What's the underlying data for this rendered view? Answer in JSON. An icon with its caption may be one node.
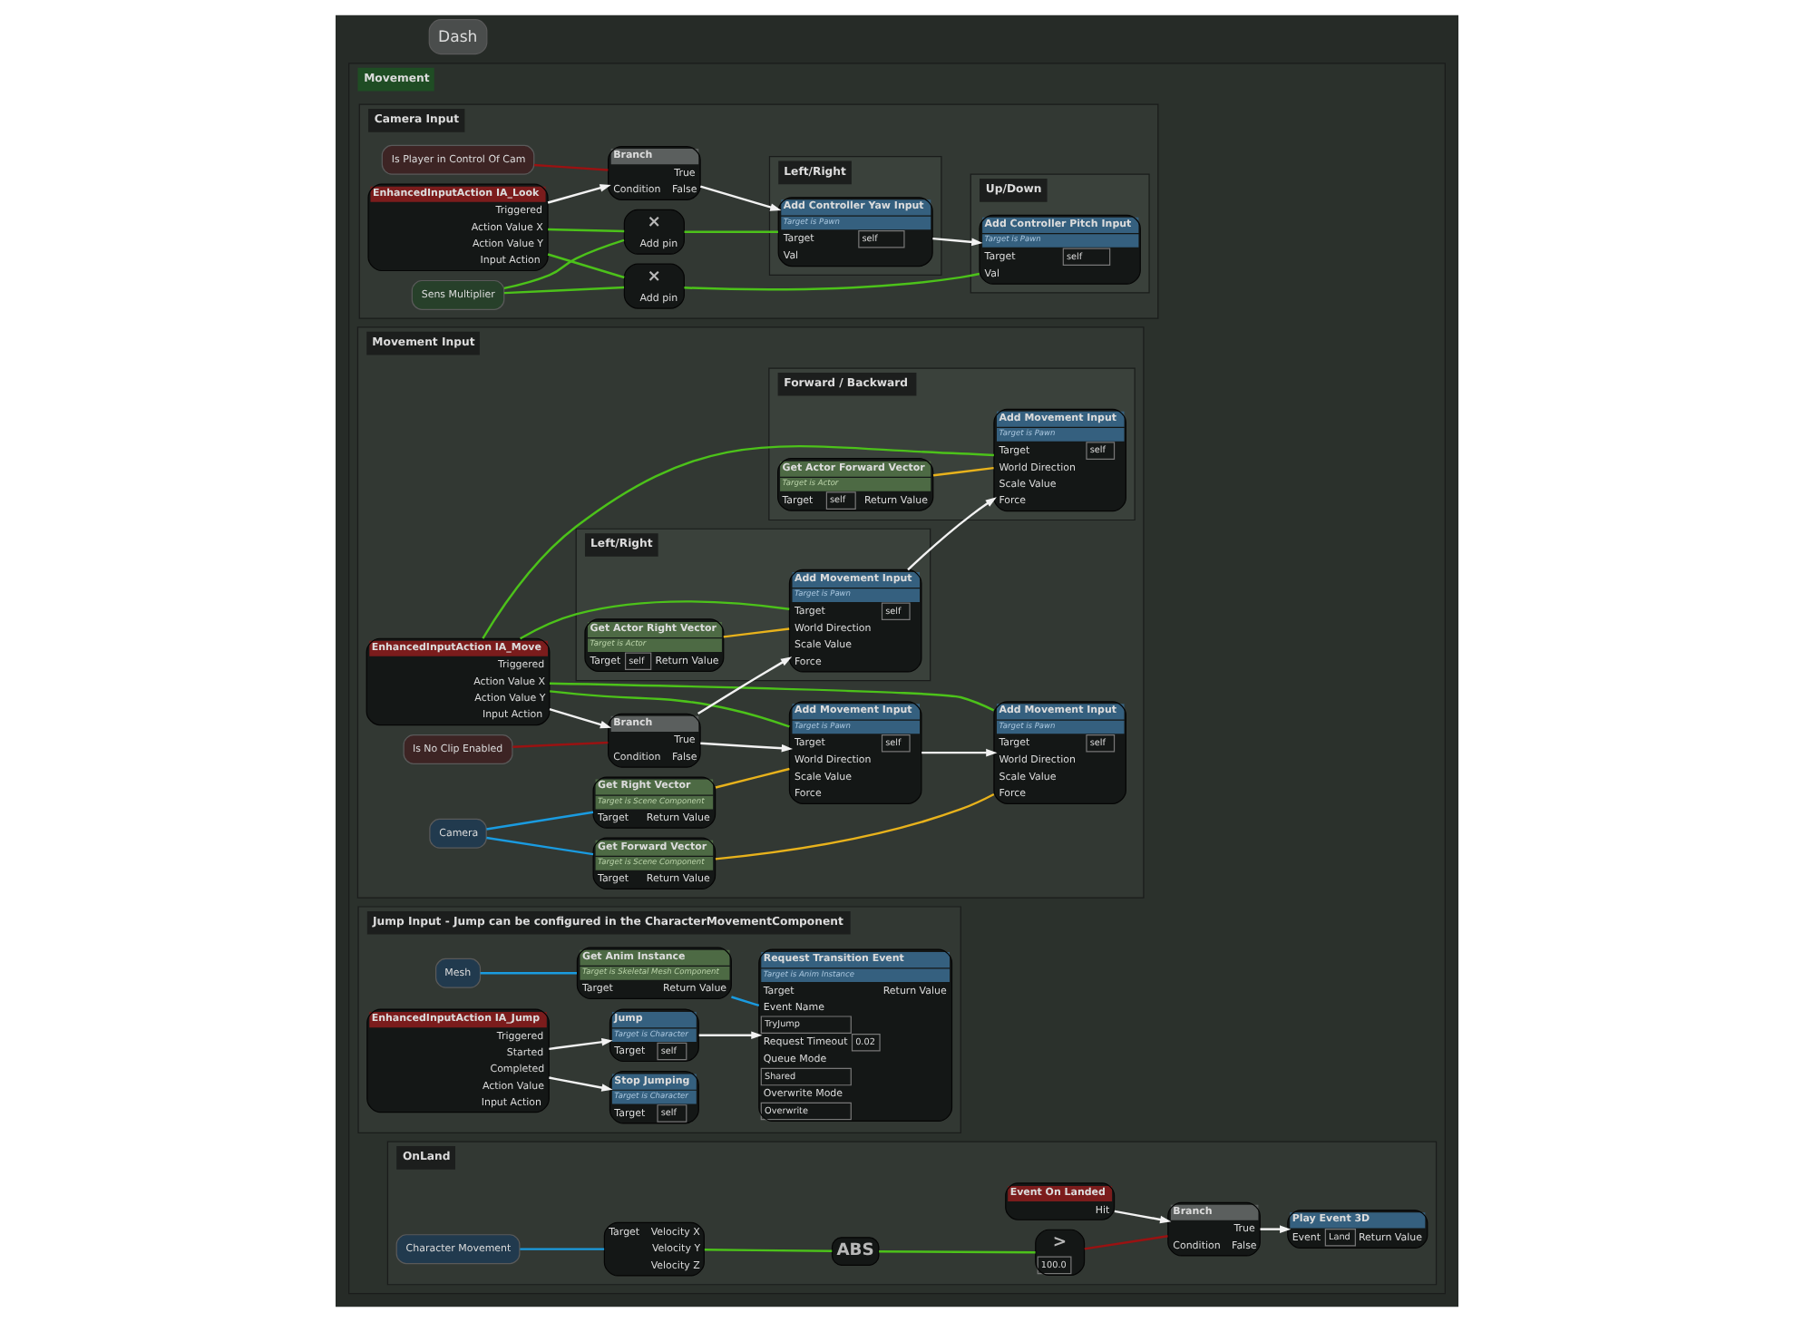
{
  "diagram": {
    "nodes": [
      {
        "text": [
          "Movement"
        ]
      },
      {
        "text": [
          "Camera Input"
        ],
        "in": 0
      },
      {
        "text": [
          "EnhancedInputAction IA_Look",
          "Triggered",
          "Action Value X",
          "Action Value Y",
          "Input Action"
        ],
        "in": 1
      },
      {
        "text": [
          "Is Player in Control Of Cam"
        ],
        "in": 1
      },
      {
        "text": [
          "Branch",
          "Condition",
          "True",
          "False"
        ],
        "in": 1
      },
      {
        "text": [
          "×",
          "Add pin"
        ],
        "in": 1
      },
      {
        "text": [
          "Sens Multiplier"
        ],
        "in": 1
      },
      {
        "text": [
          "×",
          "Add pin"
        ],
        "in": 1
      },
      {
        "text": [
          "Left/Right"
        ],
        "in": 1
      },
      {
        "text": [
          "Add Controller Yaw Input",
          "Target is Pawn",
          "Target",
          "self",
          "Val"
        ],
        "in": 8
      },
      {
        "text": [
          "Up/Down"
        ],
        "in": 1
      },
      {
        "text": [
          "Add Controller Pitch Input",
          "Target is Pawn",
          "Target",
          "self",
          "Val"
        ],
        "in": 10
      },
      {
        "text": [
          "Movement Input"
        ],
        "in": 0
      },
      {
        "text": [
          "EnhancedInputAction IA_Move",
          "Triggered",
          "Action Value X",
          "Action Value Y",
          "Input Action"
        ],
        "in": 12
      },
      {
        "text": [
          "Is No Clip Enabled"
        ],
        "in": 12
      },
      {
        "text": [
          "Branch",
          "Condition",
          "True",
          "False"
        ],
        "in": 12
      },
      {
        "text": [
          "Left/Right"
        ],
        "in": 12
      },
      {
        "text": [
          "Get Actor Right Vector",
          "Target is Actor",
          "Target",
          "self",
          "Return Value"
        ],
        "in": 16
      },
      {
        "text": [
          "Add Movement Input",
          "Target is Pawn",
          "Target",
          "self",
          "World Direction",
          "Scale Value",
          "Force"
        ],
        "in": 16
      },
      {
        "text": [
          "Forward / Backward"
        ],
        "in": 12
      },
      {
        "text": [
          "Get Actor Forward Vector",
          "Target is Actor",
          "Target",
          "self",
          "Return Value"
        ],
        "in": 19
      },
      {
        "text": [
          "Add Movement Input",
          "Target is Pawn",
          "Target",
          "self",
          "World Direction",
          "Scale Value",
          "Force"
        ],
        "in": 19
      },
      {
        "text": [
          "Get Right Vector",
          "Target is Scene Component",
          "Target",
          "Return Value"
        ],
        "in": 12
      },
      {
        "text": [
          "Add Movement Input",
          "Target is Pawn",
          "Target",
          "self",
          "World Direction",
          "Scale Value",
          "Force"
        ],
        "in": 12
      },
      {
        "text": [
          "Camera"
        ],
        "in": 12
      },
      {
        "text": [
          "Get Forward Vector",
          "Target is Scene Component",
          "Target",
          "Return Value"
        ],
        "in": 12
      },
      {
        "text": [
          "Add Movement Input",
          "Target is Pawn",
          "Target",
          "self",
          "World Direction",
          "Scale Value",
          "Force"
        ],
        "in": 12
      },
      {
        "text": [
          "Jump Input - Jump can be configured in the CharacterMovementComponent"
        ],
        "in": 0
      },
      {
        "text": [
          "EnhancedInputAction IA_Jump",
          "Triggered",
          "Started",
          "Completed",
          "Action Value",
          "Input Action"
        ],
        "in": 27
      },
      {
        "text": [
          "Jump",
          "Target is Character",
          "Target",
          "self"
        ],
        "in": 27
      },
      {
        "text": [
          "Request Transition Event",
          "Target is Anim Instance",
          "Target",
          "Return Value",
          "Event Name",
          "TryJump",
          "Request Timeout",
          "0.02",
          "Queue Mode",
          "Shared",
          "Overwrite Mode",
          "Overwrite"
        ],
        "in": 27
      },
      {
        "text": [
          "Stop Jumping",
          "Target is Character",
          "Target",
          "self"
        ],
        "in": 27
      },
      {
        "text": [
          "Mesh"
        ],
        "in": 27
      },
      {
        "text": [
          "Get Anim Instance",
          "Target is Skeletal Mesh Component",
          "Target",
          "Return Value"
        ],
        "in": 27
      },
      {
        "text": [
          "Dash"
        ]
      },
      {
        "text": [
          "OnLand"
        ],
        "in": 0
      },
      {
        "text": [
          "Event On Landed",
          "Hit"
        ],
        "in": 35
      },
      {
        "text": [
          "Character Movement"
        ],
        "in": 35
      },
      {
        "text": [
          "Target",
          "Velocity X",
          "Velocity Y",
          "Velocity Z"
        ],
        "in": 35
      },
      {
        "text": [
          "ABS"
        ],
        "in": 35
      },
      {
        "text": [
          ">",
          "100.0"
        ],
        "in": 35
      },
      {
        "text": [
          "Branch",
          "Condition",
          "True",
          "False"
        ],
        "in": 35
      },
      {
        "text": [
          "Play Event 3D",
          "Event",
          "Land",
          "Return Value"
        ],
        "in": 35
      }
    ],
    "edges": [
      {
        "from": 2,
        "to": 4,
        "arrow": "to"
      },
      {
        "from": 3,
        "to": 4,
        "arrow": "none",
        "color": "#9a1212"
      },
      {
        "from": 4,
        "to": 9,
        "arrow": "to"
      },
      {
        "from": 9,
        "to": 11,
        "arrow": "to"
      },
      {
        "from": 2,
        "to": 5,
        "arrow": "none",
        "color": "#4cc21a"
      },
      {
        "from": 6,
        "to": 5,
        "arrow": "none",
        "color": "#4cc21a"
      },
      {
        "from": 6,
        "to": 7,
        "arrow": "none",
        "color": "#4cc21a"
      },
      {
        "from": 2,
        "to": 7,
        "arrow": "none",
        "color": "#4cc21a"
      },
      {
        "from": 5,
        "to": 9,
        "arrow": "none",
        "color": "#4cc21a"
      },
      {
        "from": 7,
        "to": 11,
        "arrow": "none",
        "color": "#4cc21a"
      },
      {
        "from": 13,
        "to": 15,
        "arrow": "to"
      },
      {
        "from": 14,
        "to": 15,
        "arrow": "none",
        "color": "#9a1212"
      },
      {
        "from": 15,
        "to": 18,
        "arrow": "to"
      },
      {
        "from": 15,
        "to": 23,
        "arrow": "to"
      },
      {
        "from": 18,
        "to": 21,
        "arrow": "to"
      },
      {
        "from": 23,
        "to": 26,
        "arrow": "to"
      },
      {
        "from": 17,
        "to": 18,
        "arrow": "none",
        "color": "#e8b21c"
      },
      {
        "from": 20,
        "to": 21,
        "arrow": "none",
        "color": "#e8b21c"
      },
      {
        "from": 22,
        "to": 23,
        "arrow": "none",
        "color": "#e8b21c"
      },
      {
        "from": 25,
        "to": 26,
        "arrow": "none",
        "color": "#e8b21c"
      },
      {
        "from": 24,
        "to": 22,
        "arrow": "none",
        "color": "#1a9be0"
      },
      {
        "from": 24,
        "to": 25,
        "arrow": "none",
        "color": "#1a9be0"
      },
      {
        "from": 13,
        "to": 18,
        "arrow": "none",
        "color": "#4cc21a"
      },
      {
        "from": 13,
        "to": 23,
        "arrow": "none",
        "color": "#4cc21a"
      },
      {
        "from": 13,
        "to": 21,
        "arrow": "none",
        "color": "#4cc21a"
      },
      {
        "from": 13,
        "to": 26,
        "arrow": "none",
        "color": "#4cc21a"
      },
      {
        "from": 28,
        "to": 29,
        "arrow": "to"
      },
      {
        "from": 28,
        "to": 31,
        "arrow": "to"
      },
      {
        "from": 29,
        "to": 30,
        "arrow": "to"
      },
      {
        "from": 32,
        "to": 33,
        "arrow": "none",
        "color": "#1a9be0"
      },
      {
        "from": 33,
        "to": 30,
        "arrow": "none",
        "color": "#1a9be0"
      },
      {
        "from": 36,
        "to": 41,
        "arrow": "to"
      },
      {
        "from": 41,
        "to": 42,
        "arrow": "to"
      },
      {
        "from": 37,
        "to": 38,
        "arrow": "none",
        "color": "#1a9be0"
      },
      {
        "from": 38,
        "to": 39,
        "arrow": "none",
        "color": "#4cc21a"
      },
      {
        "from": 39,
        "to": 40,
        "arrow": "none",
        "color": "#4cc21a"
      },
      {
        "from": 40,
        "to": 41,
        "arrow": "none",
        "color": "#9a1212"
      }
    ]
  }
}
